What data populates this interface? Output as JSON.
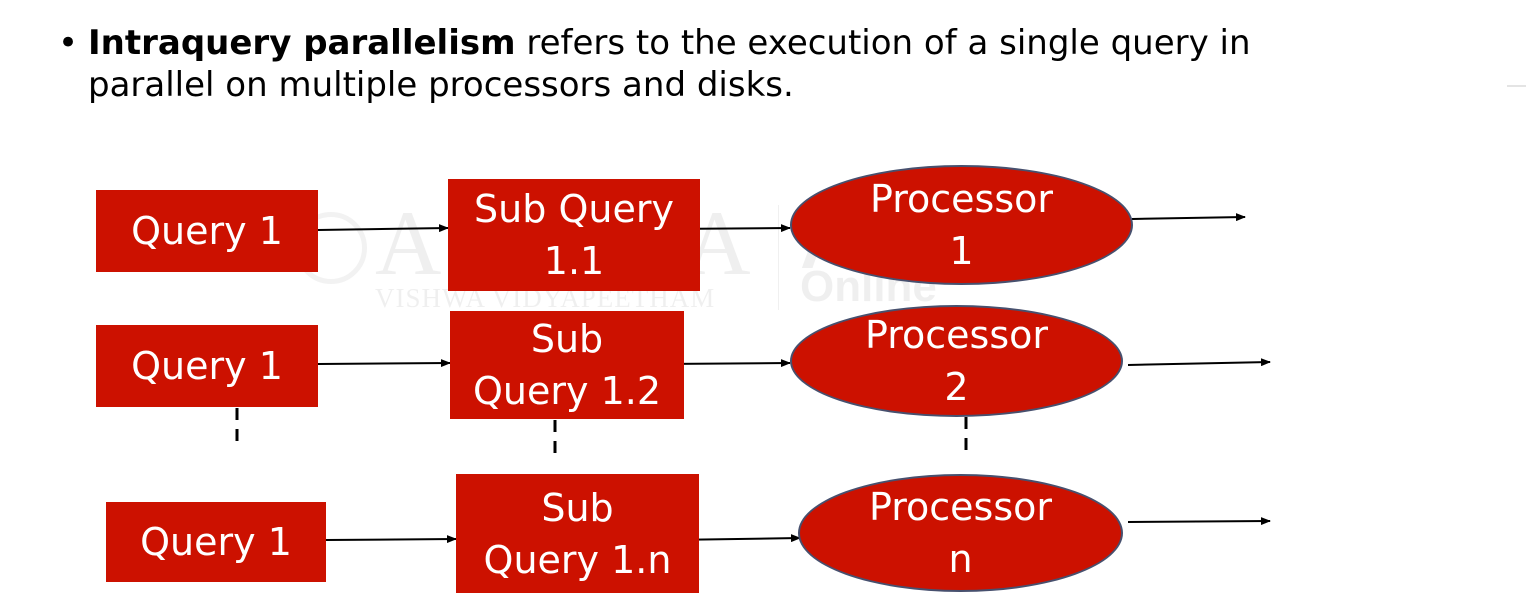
{
  "bullet": {
    "symbol": "•",
    "bold": "Intraquery parallelism",
    "rest": " refers to the execution of a single query in parallel on  multiple processors and disks."
  },
  "watermark": {
    "name": "AMRITA",
    "sub": "VISHWA VIDYAPEETHAM",
    "right_top": "AHEAD",
    "right_bottom": "Online"
  },
  "rows": [
    {
      "query": "Query 1",
      "sub_line1": "Sub Query",
      "sub_line2": "1.1",
      "proc_line1": "Processor",
      "proc_line2": "1"
    },
    {
      "query": "Query 1",
      "sub_line1": "Sub",
      "sub_line2": "Query 1.2",
      "proc_line1": "Processor",
      "proc_line2": "2"
    },
    {
      "query": "Query 1",
      "sub_line1": "Sub",
      "sub_line2": "Query 1.n",
      "proc_line1": "Processor",
      "proc_line2": "n"
    }
  ],
  "colors": {
    "box_fill": "#cc1100",
    "ellipse_border": "#47506e",
    "text_on_box": "#ffffff"
  }
}
